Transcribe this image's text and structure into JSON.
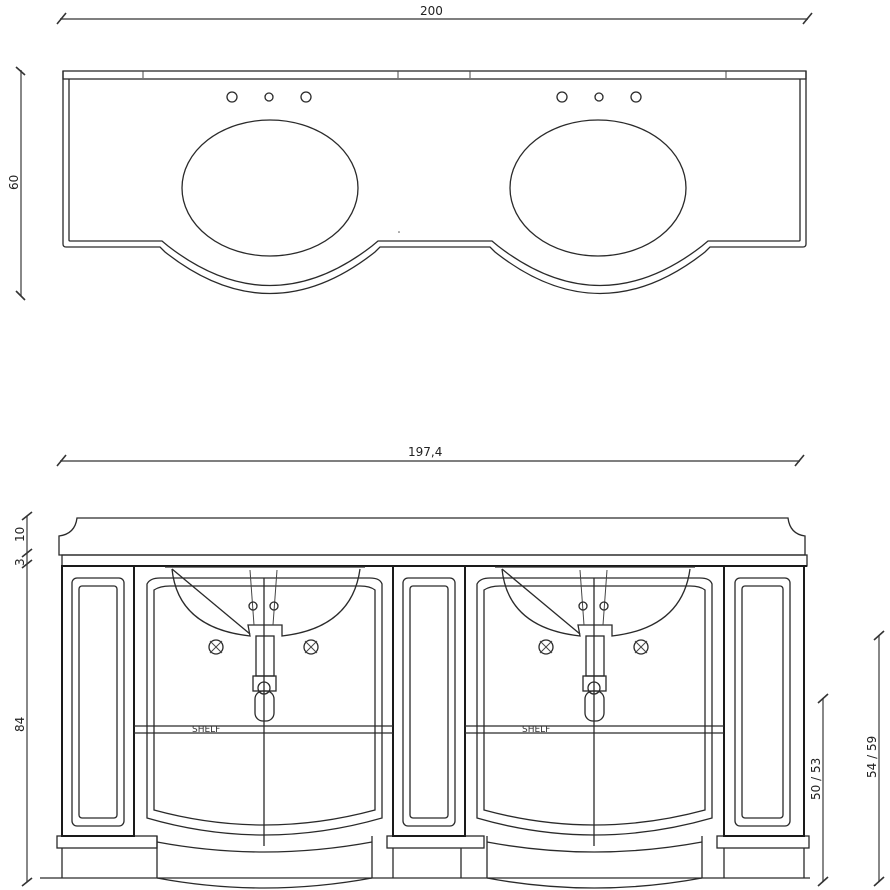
{
  "drawing": {
    "type": "technical-dimension-drawing",
    "subject": "double-basin bathroom vanity",
    "units": "cm",
    "line_color": "#2a2a2a",
    "background": "#ffffff"
  },
  "top_view": {
    "name": "Countertop plan view",
    "dimensions": {
      "width": "200",
      "depth": "60"
    },
    "basins": 2,
    "faucet_holes_per_basin": 3
  },
  "front_view": {
    "name": "Front elevation",
    "dimensions": {
      "width": "197,4",
      "top_thickness": "10",
      "top_gap": "3",
      "cabinet_height": "84",
      "drain_height": "50 / 53",
      "supply_height": "54 / 59"
    },
    "annotations": {
      "shelf_left": "SHELF",
      "shelf_right": "SHELF"
    }
  }
}
